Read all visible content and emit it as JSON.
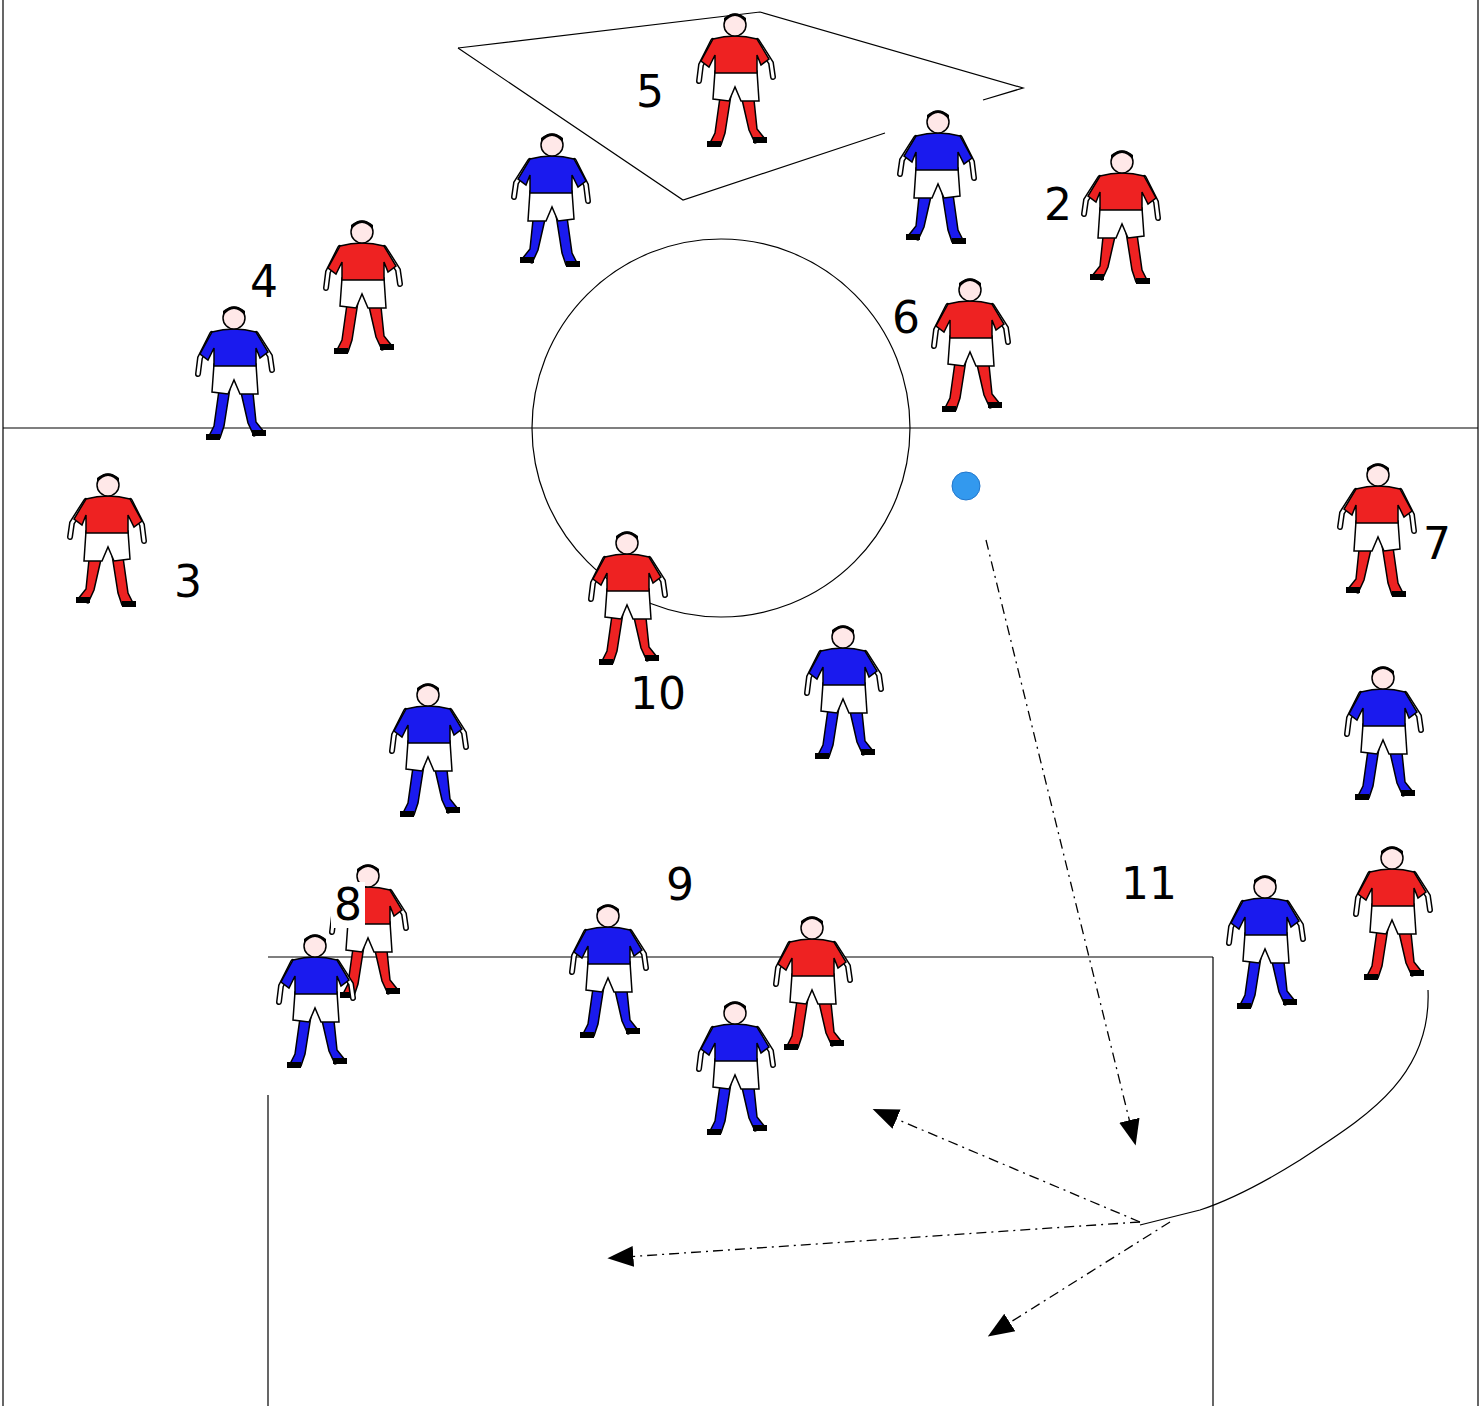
{
  "diagram": {
    "labels": [
      "5",
      "2",
      "4",
      "6",
      "3",
      "7",
      "10",
      "9",
      "11",
      "8"
    ]
  }
}
